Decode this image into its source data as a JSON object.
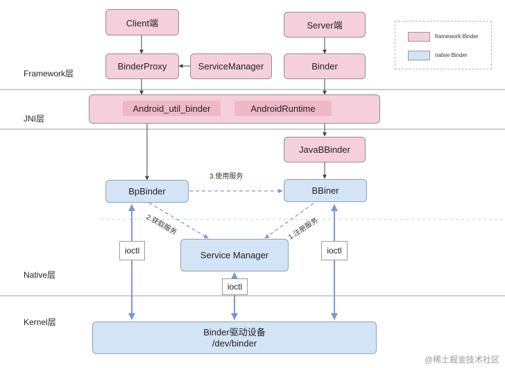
{
  "legend": {
    "framework": "framework Binder",
    "native": "native Binder",
    "framework_color": "#f5cfdc",
    "native_color": "#d2e4f5"
  },
  "layers": {
    "framework": "Framework层",
    "jni": "JNI层",
    "native": "Native层",
    "kernel": "Kernel层"
  },
  "nodes": {
    "client": "Client端",
    "server": "Server端",
    "binder_proxy": "BinderProxy",
    "service_manager_java": "ServiceManager",
    "binder": "Binder",
    "android_util_binder": "Android_util_binder",
    "android_runtime": "AndroidRuntime",
    "java_bbinder": "JavaBBinder",
    "bp_binder": "BpBinder",
    "bbiner": "BBiner",
    "service_manager_native": "Service Manager",
    "driver_line1": "Binder驱动设备",
    "driver_line2": "/dev/binder"
  },
  "edges": {
    "use_service": "3.使用服务",
    "get_service": "2.获取服务",
    "register_service": "1.注册服务",
    "ioctl": "ioctl"
  },
  "watermark": "@稀土掘金技术社区"
}
